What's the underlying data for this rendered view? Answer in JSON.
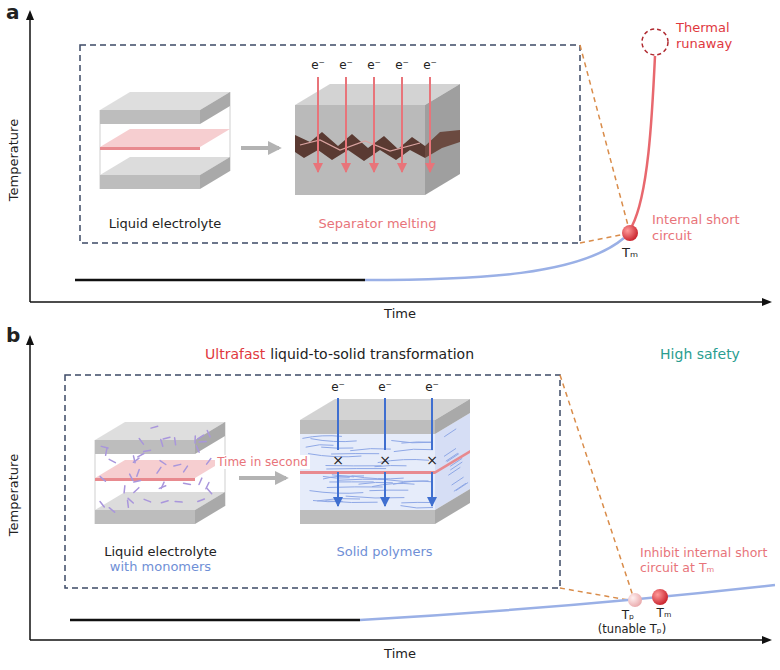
{
  "diagram": {
    "nodes": [
      {
        "text": [
          "Liquid electrolyte"
        ]
      },
      {
        "text": [
          "Separator melting"
        ]
      },
      {
        "text": [
          "Liquid electrolyte",
          "with monomers"
        ]
      },
      {
        "text": [
          "Solid polymers"
        ]
      }
    ],
    "edges": [
      {
        "from": 0,
        "to": 1,
        "arrow": "to"
      },
      {
        "from": 2,
        "to": 3,
        "label": "Time in second",
        "arrow": "to"
      }
    ],
    "labels": [
      "a",
      "Temperature",
      "Time",
      "Thermal runaway",
      "Internal short circuit",
      "Tₘ",
      "e⁻",
      "e⁻",
      "e⁻",
      "e⁻",
      "e⁻",
      "b",
      "Temperature",
      "Time",
      "Ultrafast",
      "liquid-to-solid transformation",
      "High safety",
      "e⁻",
      "e⁻",
      "e⁻",
      "×",
      "×",
      "×",
      "Tₚ",
      "(tunable Tₚ)",
      "Tₘ",
      "Inhibit internal short circuit at Tₘ"
    ]
  }
}
